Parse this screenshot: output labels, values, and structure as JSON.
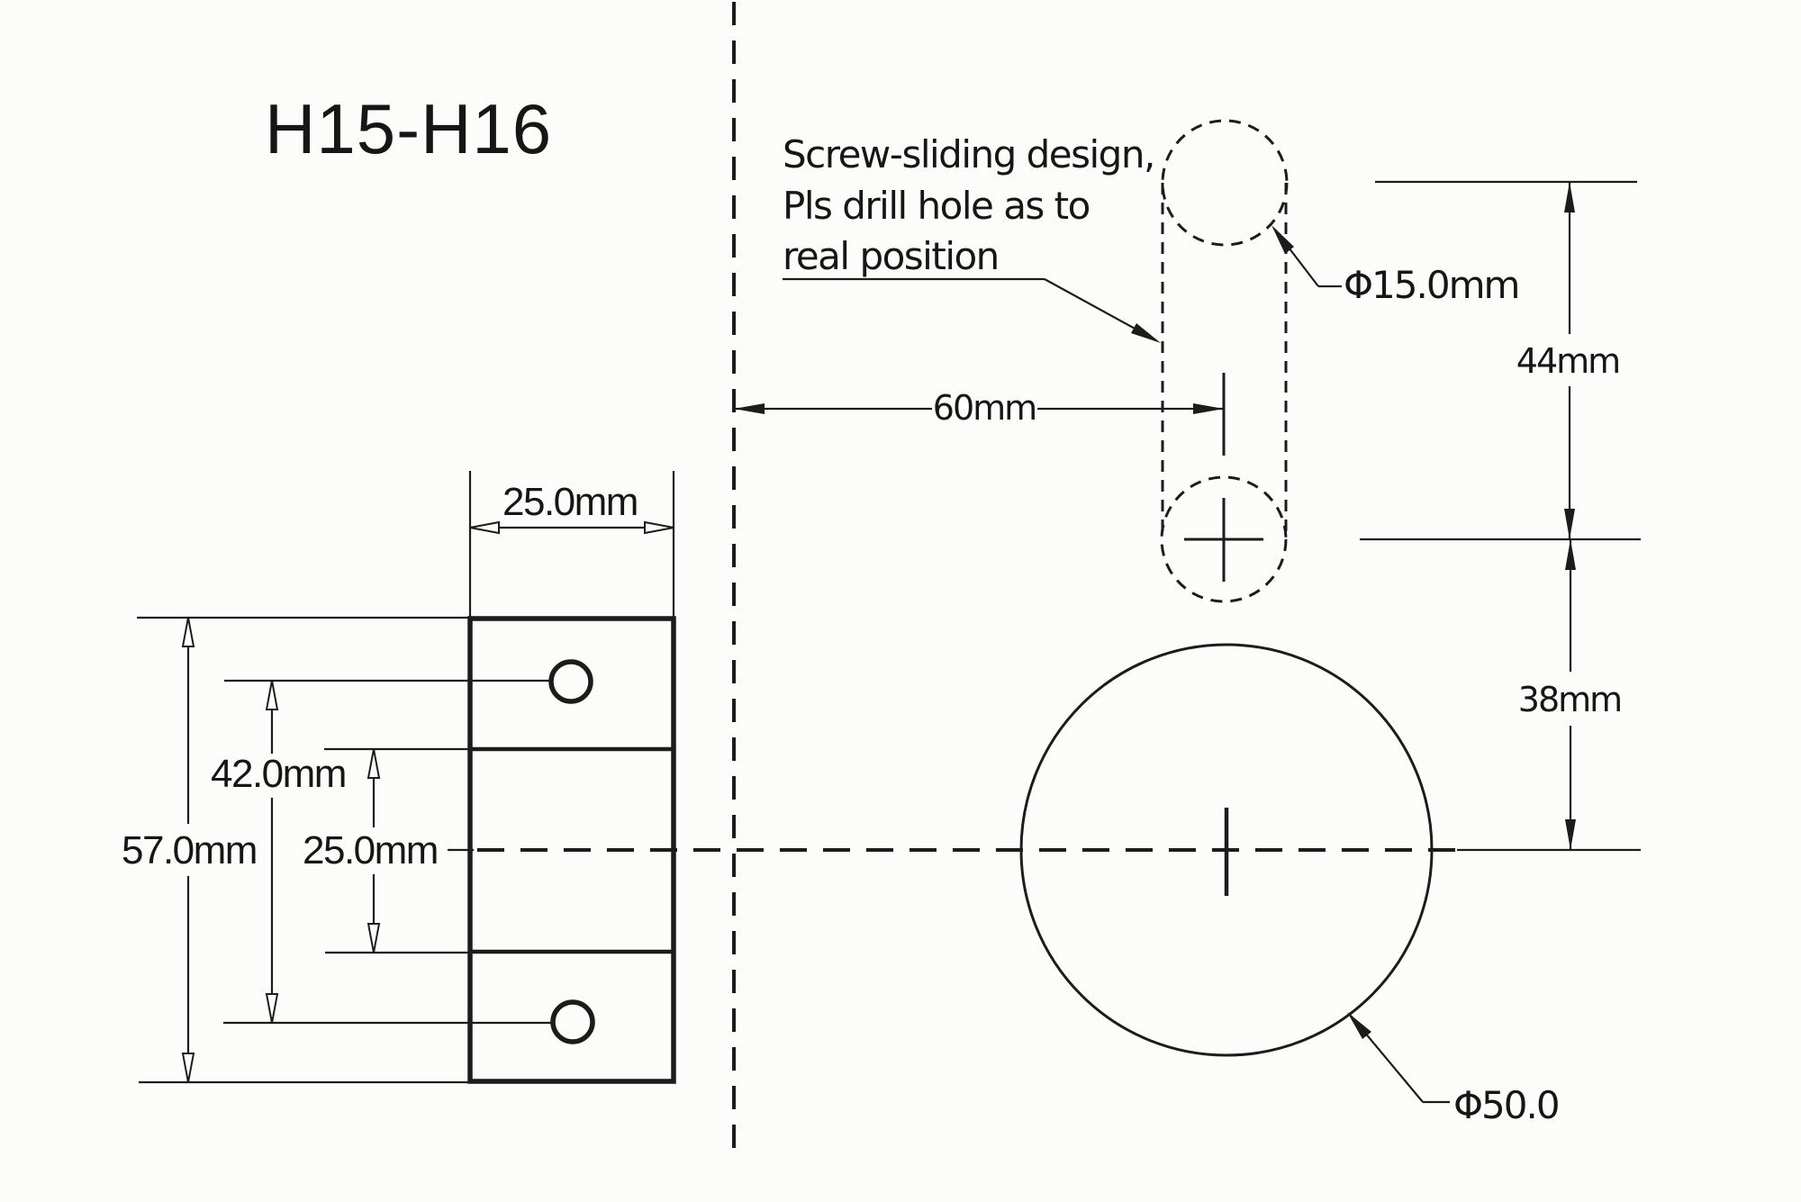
{
  "title": "H15-H16",
  "note": {
    "lines": [
      "Screw-sliding design,",
      "Pls drill hole as to",
      "real position"
    ]
  },
  "left_view": {
    "description": "side plate with two holes",
    "width_label": "25.0mm",
    "hole_spacing_label": "42.0mm",
    "total_height_label": "57.0mm",
    "middle_section_label": "25.0mm"
  },
  "right_view": {
    "description": "front view with slotted hole and main circle",
    "horizontal_offset_label": "60mm",
    "slot_span_label": "44mm",
    "vertical_offset_label": "38mm",
    "slot_hole_diameter_label": "Φ15.0mm",
    "main_circle_diameter_label": "Φ50.0"
  },
  "colors": {
    "ink": "#1c1c1c",
    "paper": "#fcfcfb"
  }
}
